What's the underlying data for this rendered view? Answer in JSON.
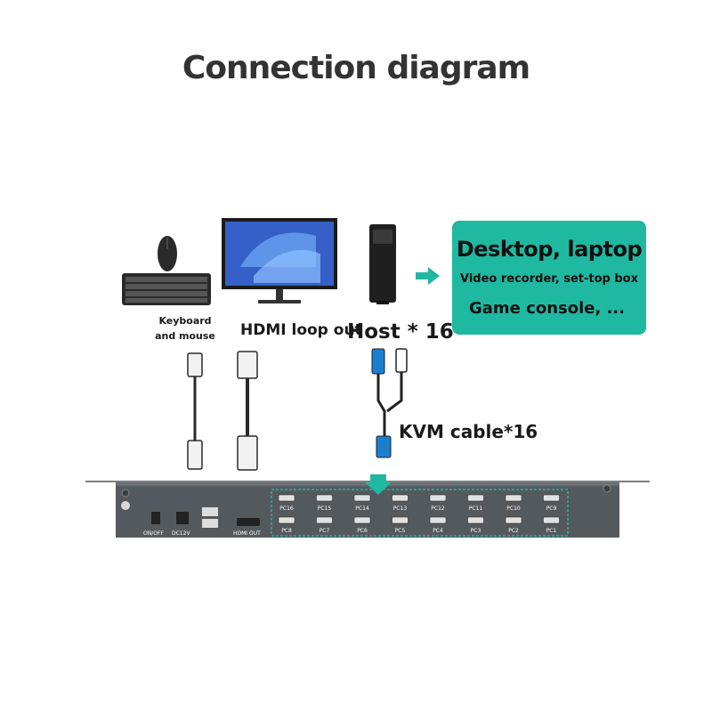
{
  "title": "Connection diagram",
  "devices": {
    "peripherals_label": "Keyboard and mouse",
    "monitor_label": "HDMI loop out",
    "host_label": "Host * 16",
    "cable_label": "KVM cable*16"
  },
  "sources_box": {
    "title": "Desktop, laptop",
    "subtitle": "Video recorder, set-top box",
    "line3": "Game console, ..."
  },
  "switch_panel": {
    "power_label": "ON/OFF",
    "dc_label": "DC12V",
    "hdmi_out_label": "HDMI OUT",
    "ports_top": [
      "PC16",
      "PC15",
      "PC14",
      "PC13",
      "PC12",
      "PC11",
      "PC10",
      "PC9"
    ],
    "ports_bottom": [
      "PC8",
      "PC7",
      "PC6",
      "PC5",
      "PC4",
      "PC3",
      "PC2",
      "PC1"
    ]
  },
  "colors": {
    "accent": "#1fb8a0",
    "panel": "#54595e",
    "cable": "#1b7fd0"
  }
}
